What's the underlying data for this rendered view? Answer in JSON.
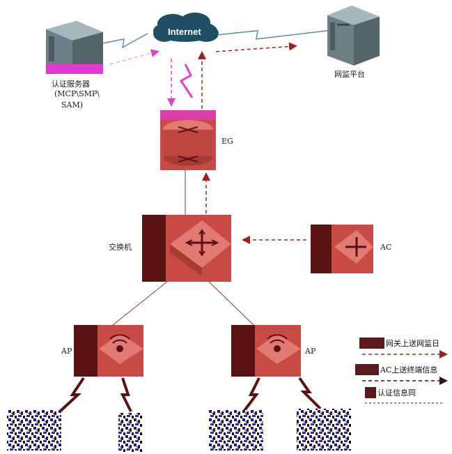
{
  "labels": {
    "internet": "Internet",
    "auth_server": [
      "认证服务器",
      "(MCP\\SMP\\",
      "SAM)"
    ],
    "monitor": "网监平台",
    "eg": "EG",
    "switch": "交换机",
    "ac": "AC",
    "ap_left": "AP",
    "ap_right": "AP"
  },
  "legend": [
    {
      "text": "网关上送网监日"
    },
    {
      "text": "AC上送终端信息"
    },
    {
      "text": "认证信息同"
    }
  ],
  "colors": {
    "device_red": "#c84a45",
    "device_dark": "#5a1313",
    "server_gray": "#7a8c94",
    "cloud": "#1f4f63",
    "link_blue": "#5a8ca8",
    "magenta": "#e040d0",
    "dash_red": "#a02020"
  }
}
